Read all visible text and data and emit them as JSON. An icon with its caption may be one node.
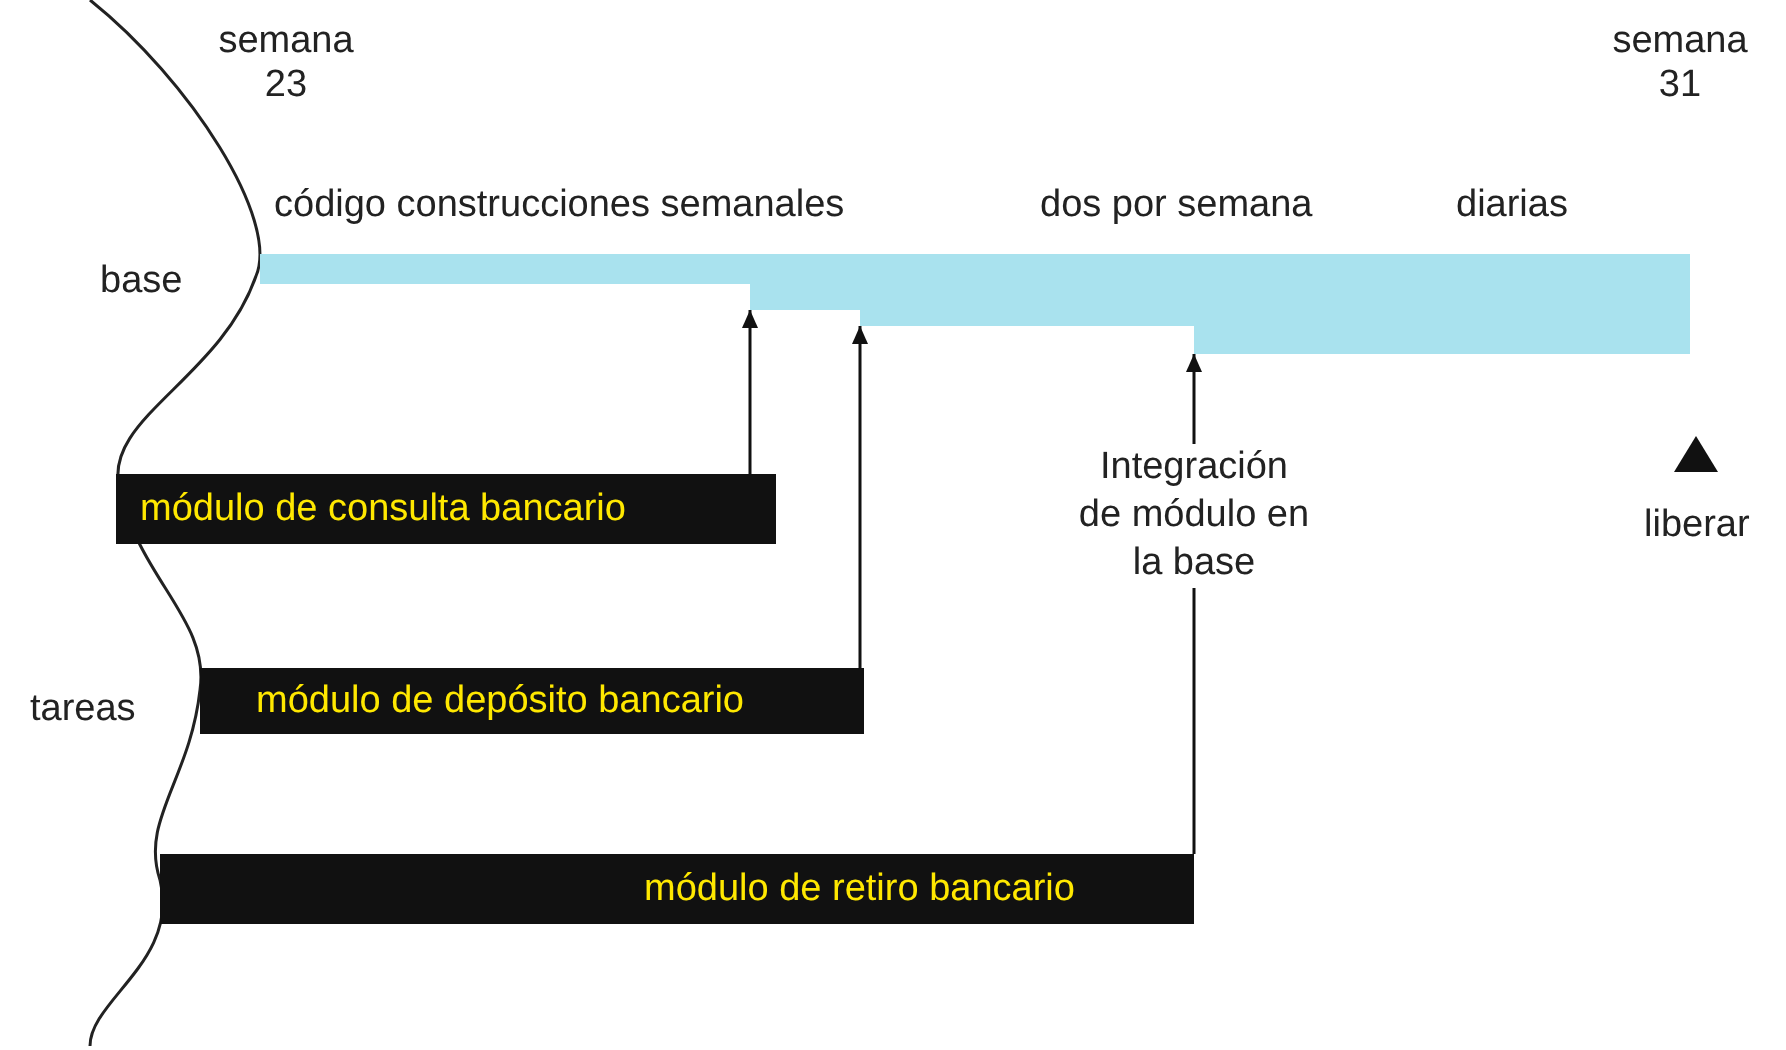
{
  "diagram": {
    "nodes": [
      {
        "text": [],
        "shape": "bar",
        "beside": [
          "base"
        ]
      },
      {
        "text": [
          "módulo de consulta bancario"
        ]
      },
      {
        "text": [
          "módulo de depósito bancario"
        ]
      },
      {
        "text": [
          "módulo de retiro bancario"
        ]
      }
    ],
    "edges": [
      {
        "from": 1,
        "to": 0,
        "arrow": "to"
      },
      {
        "from": 2,
        "to": 0,
        "arrow": "to"
      },
      {
        "from": 3,
        "to": 0,
        "arrow": "to",
        "label": "Integración de módulo en la base"
      }
    ],
    "labels": [
      "semana 23",
      "semana 31",
      "código construcciones semanales",
      "dos por semana",
      "diarias",
      "tareas",
      "liberar"
    ]
  }
}
